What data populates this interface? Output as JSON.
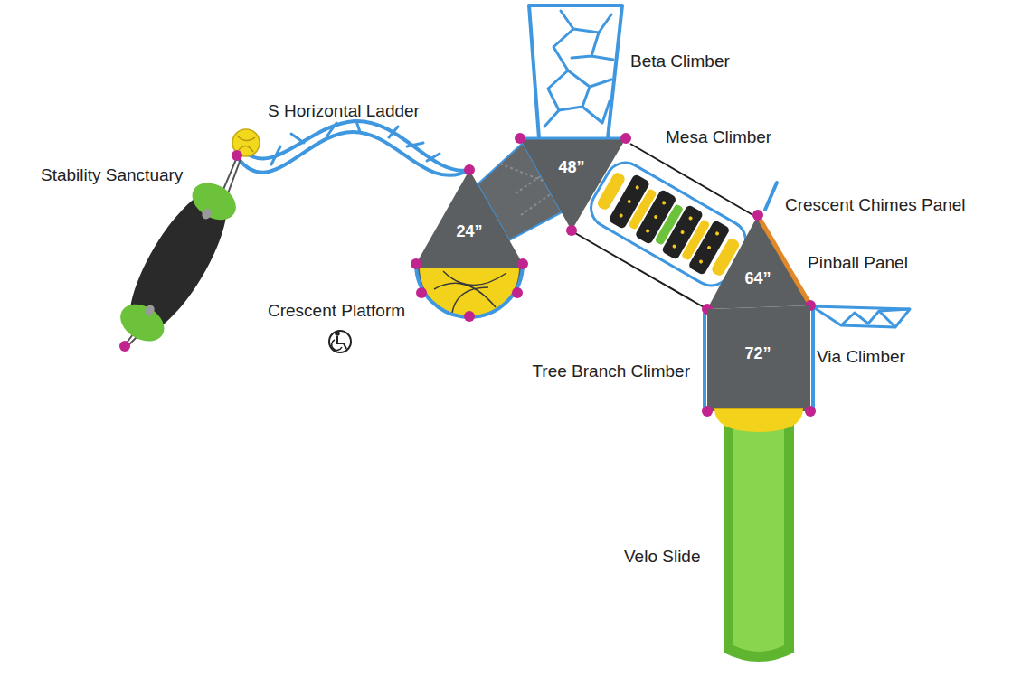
{
  "diagram": {
    "nodes": [
      {
        "text": [
          "24”"
        ]
      },
      {
        "text": [
          "48”"
        ]
      },
      {
        "text": [
          "64”"
        ]
      },
      {
        "text": [
          "72”"
        ]
      }
    ],
    "labels": [
      "Beta Climber",
      "S Horizontal Ladder",
      "Mesa Climber",
      "Stability Sanctuary",
      "Crescent Chimes Panel",
      "Pinball Panel",
      "Crescent Platform",
      "Tree Branch Climber",
      "Via Climber",
      "Velo Slide"
    ]
  }
}
